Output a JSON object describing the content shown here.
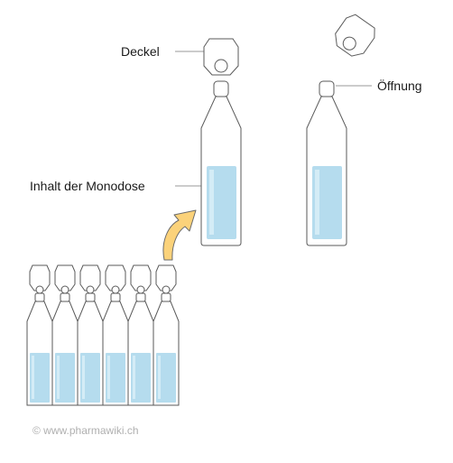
{
  "labels": {
    "cap": "Deckel",
    "opening": "Öffnung",
    "contents": "Inhalt der Monodose"
  },
  "copyright": "© www.pharmawiki.ch",
  "colors": {
    "outline": "#5a5a5a",
    "bottle_fill": "#ffffff",
    "liquid": "#b5dcee",
    "liquid_highlight": "#d4ecf6",
    "leader_line": "#999999",
    "label_text": "#1a1a1a",
    "copyright_text": "#b0b0b0",
    "arrow_fill": "#fbd27a",
    "arrow_stroke": "#6b6b6b"
  },
  "strip_bottle_count": 6
}
